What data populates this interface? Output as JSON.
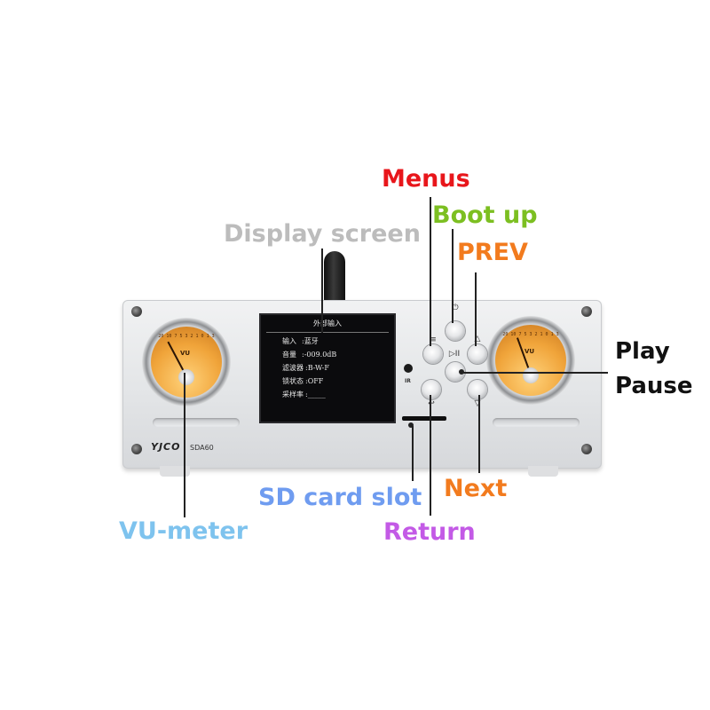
{
  "callouts": {
    "menus": {
      "text": "Menus",
      "color": "#e8161b"
    },
    "boot_up": {
      "text": "Boot up",
      "color": "#7cbf21"
    },
    "prev": {
      "text": "PREV",
      "color": "#f27b1e"
    },
    "display_screen": {
      "text": "Display screen",
      "color": "#bcbcbc"
    },
    "play_pause": {
      "text": "Play\nPause",
      "line1": "Play",
      "line2": "Pause",
      "color": "#111111"
    },
    "sd_card_slot": {
      "text": "SD card slot",
      "color": "#6f9cf0"
    },
    "next": {
      "text": "Next",
      "color": "#f27b1e"
    },
    "vu_meter": {
      "text": "VU-meter",
      "color": "#7ec3ee"
    },
    "return": {
      "text": "Return",
      "color": "#c35ae6"
    }
  },
  "device": {
    "brand": "YJCO",
    "model": "SDA60",
    "ir_label": "IR",
    "meter_vu_label": "VU",
    "meter_scale": "20 10 7 5 3 2 1 0 1 3",
    "buttons": {
      "menu_glyph": "≡",
      "power_glyph": "⏻",
      "prev_glyph": "△",
      "play_glyph": "▷II",
      "return_glyph": "↩",
      "next_glyph": "▽"
    },
    "screen": {
      "title": "外部输入",
      "rows": [
        {
          "key": "输入",
          "value": ":蓝牙"
        },
        {
          "key": "音量",
          "value": ":-009.0dB"
        },
        {
          "key": "滤波器",
          "value": ":B-W-F"
        },
        {
          "key": "锁状态",
          "value": ":OFF"
        },
        {
          "key": "采样率",
          "value": ":_____"
        }
      ]
    }
  }
}
